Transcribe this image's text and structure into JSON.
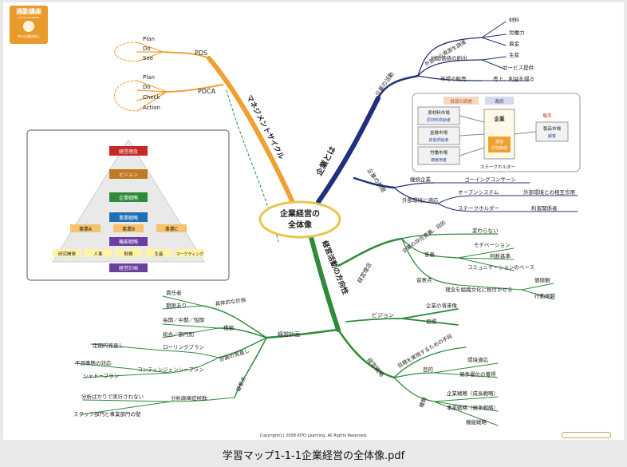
{
  "caption": "学習マップ1-1-1企業経営の全体像.pdf",
  "copyright": "Copyright(c) 2008 KIYO Learning, All Rights Reserved.",
  "logo": {
    "title": "通勤講座",
    "subtitle": "ART OF LEARNING",
    "footer": "中小企業診断士"
  },
  "center": {
    "line1": "企業経営の",
    "line2": "全体像"
  },
  "branches": {
    "management": "マネジメントサイクル",
    "about": "企業とは",
    "direction": "経営活動の方向性"
  },
  "pdca": {
    "pds": "PDS",
    "pds_items": [
      "Plan",
      "Do",
      "See"
    ],
    "pdca": "PDCA",
    "pdca_items": [
      "Plan",
      "Do",
      "Check",
      "Action"
    ]
  },
  "pyramid": {
    "l1": "経営理念",
    "l2": "ビジョン",
    "l3": "企業戦略",
    "l4": "事業戦略",
    "l4_items": [
      "事業A",
      "事業B",
      "事業C"
    ],
    "l5": "機能戦略",
    "l5_items": [
      "研究開発",
      "人事",
      "財務",
      "生産",
      "マーケティング"
    ],
    "l6": "経営計画"
  },
  "activity": {
    "label": "企業の活動",
    "n1": "外部から資源を調達",
    "n1_items": [
      "材料",
      "労働力",
      "資金"
    ],
    "n2": "付加価値の創出",
    "n2_items": [
      "生産",
      "サービス提供"
    ],
    "n3": "市場で販売",
    "n3_item": "売上、利益を得る"
  },
  "figure": {
    "header1": "資源の調達",
    "header2": "政府",
    "sales": "販売",
    "m1": "原材料市場",
    "m1s": "原材料供給者",
    "m2": "金融市場",
    "m2s": "資金供給者",
    "m3": "労働市場",
    "m3s": "被雇用者",
    "company": "企業",
    "company_sub1": "変換",
    "company_sub2": "付加価値",
    "product": "製品市場",
    "product_sub": "顧客",
    "stakeholder": "ステークホルダー"
  },
  "premise": {
    "label": "企業の前提",
    "c1": "継続企業",
    "c1_item": "ゴーイングコンサーン",
    "c2": "外部環境に適応",
    "c2a": "オープンシステム",
    "c2a_item": "外部環境との相互作用",
    "c2b": "ステークホルダー",
    "c2b_item": "利害関係者"
  },
  "philosophy": {
    "label": "経営理念",
    "p1": "企業の存在意義、目的",
    "p1_item": "変わらない",
    "p2": "意義",
    "p2_items": [
      "モチベーション",
      "判断基準",
      "コミュニケーションのベース"
    ],
    "p3": "留意点",
    "p3_item": "理念を組織文化に根付かせる",
    "p3_sub": [
      "価値観",
      "行動規範"
    ]
  },
  "vision": {
    "label": "ビジョン",
    "v1": "企業の将来像",
    "v2": "目標"
  },
  "strategy": {
    "label": "経営戦略",
    "s1": "目標を実現するための手段",
    "s2": "目的",
    "s2_items": [
      "環境適応",
      "競争優位の獲得"
    ],
    "s3": "種類",
    "s3_items": [
      "企業戦略（成長戦略）",
      "事業戦略（競争戦略）",
      "機能戦略"
    ]
  },
  "plan": {
    "label": "経営計画",
    "k1": "具体的な計画",
    "k1_items": [
      "責任者",
      "期限あり"
    ],
    "k2": "種類",
    "k2_items": [
      "長期／中期／短期",
      "総合／部門別"
    ],
    "k3": "計画の見直し",
    "k3a": "ローリングプラン",
    "k3a_item": "定期的見直し",
    "k3b": "コンティンジェンシープラン",
    "k3b_items": [
      "不測事態の対応",
      "シャドープラン"
    ],
    "k4": "留意点",
    "k4a": "分析麻痺症候群",
    "k4a_items": [
      "分析ばかりで実行されない",
      "スタッフ部門と事業部門の壁"
    ]
  }
}
